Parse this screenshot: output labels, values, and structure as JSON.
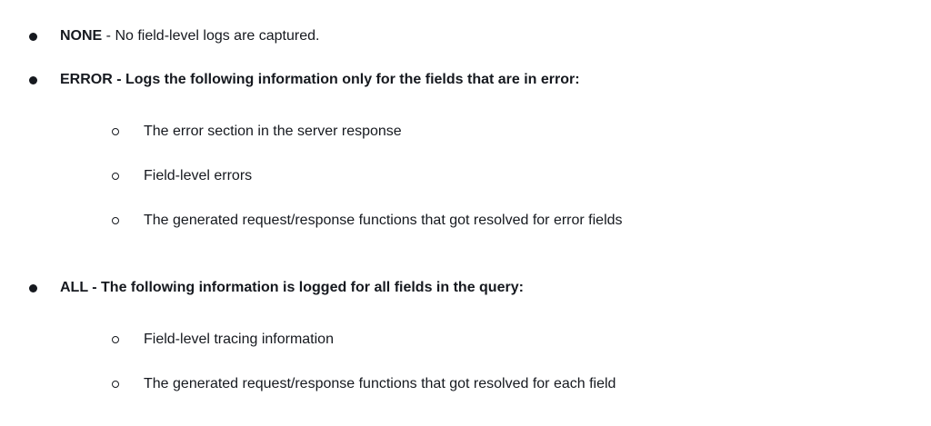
{
  "items": [
    {
      "key": "NONE",
      "description": " - No field-level logs are captured.",
      "sub_items": []
    },
    {
      "key": "ERROR - Logs the following information only for the fields that are in error:",
      "sub_items": [
        "The error section in the server response",
        "Field-level errors",
        "The generated request/response functions that got resolved for error fields"
      ]
    },
    {
      "key": "ALL - The following information is logged for all fields in the query:",
      "sub_items": [
        "Field-level tracing information",
        "The generated request/response functions that got resolved for each field"
      ]
    }
  ]
}
